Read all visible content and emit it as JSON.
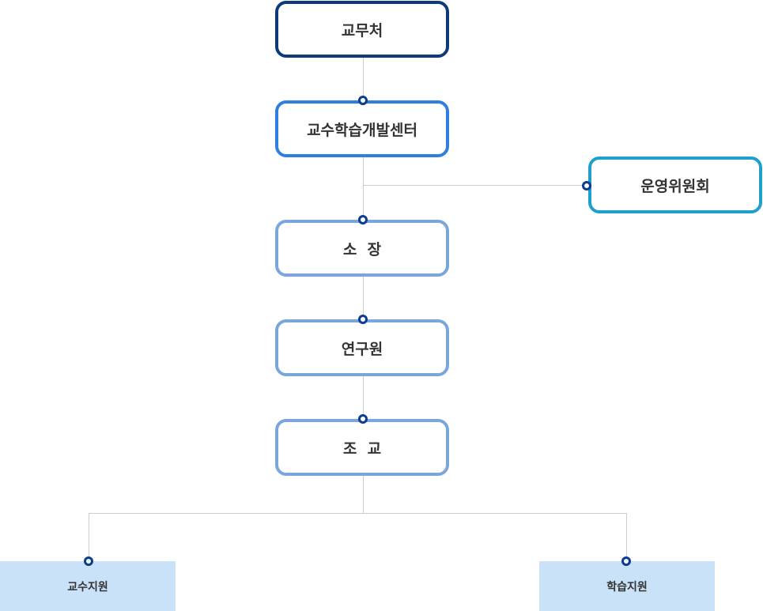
{
  "org": {
    "top": "교무처",
    "center": "교수학습개발센터",
    "committee": "운영위원회",
    "director": "소  장",
    "researcher": "연구원",
    "assistant": "조  교",
    "branch_left": "교수지원",
    "branch_right": "학습지원"
  },
  "colors": {
    "top_border": "#0d3a7a",
    "center_border": "#2f7fe0",
    "committee_border": "#1f9fcc",
    "lower_border": "#7aa6dc",
    "leaf_fill": "#c9e2f8",
    "connector_dot": "#0b3d91"
  }
}
